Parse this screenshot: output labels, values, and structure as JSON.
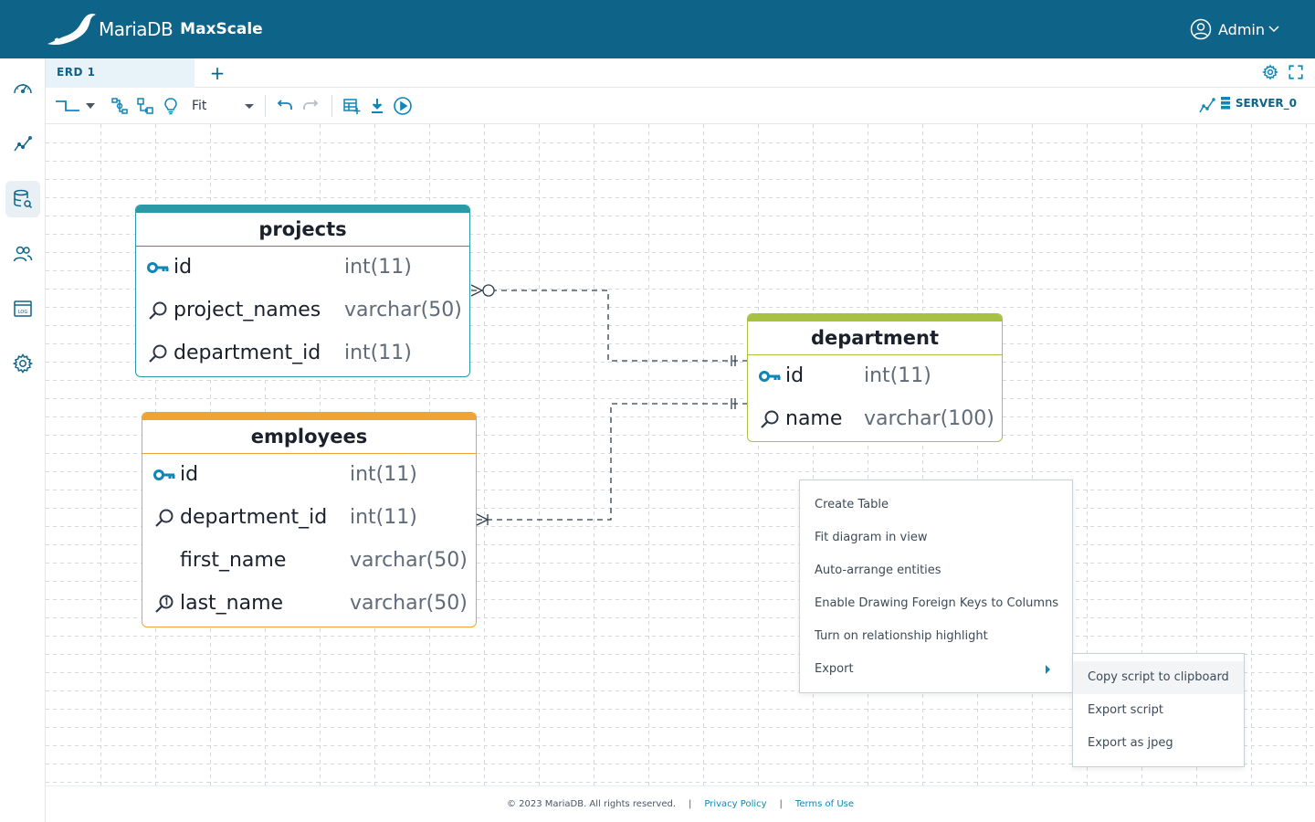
{
  "header": {
    "brand_name": "MariaDB",
    "brand_product": "MaxScale",
    "user_name": "Admin"
  },
  "tabs": [
    {
      "label": "ERD 1"
    }
  ],
  "toolbar": {
    "zoom_value": "Fit",
    "server_label": "SERVER_0"
  },
  "entities": {
    "projects": {
      "name": "projects",
      "color": "#2a9aa6",
      "columns": [
        {
          "icon": "key-icon",
          "name": "id",
          "type": "int(11)"
        },
        {
          "icon": "index-icon",
          "name": "project_names",
          "type": "varchar(50)"
        },
        {
          "icon": "index-icon",
          "name": "department_id",
          "type": "int(11)"
        }
      ]
    },
    "employees": {
      "name": "employees",
      "color": "#f0a335",
      "columns": [
        {
          "icon": "key-icon",
          "name": "id",
          "type": "int(11)"
        },
        {
          "icon": "index-icon",
          "name": "department_id",
          "type": "int(11)"
        },
        {
          "icon": "",
          "name": "first_name",
          "type": "varchar(50)"
        },
        {
          "icon": "unique-index-icon",
          "name": "last_name",
          "type": "varchar(50)"
        }
      ]
    },
    "department": {
      "name": "department",
      "color": "#a6c240",
      "columns": [
        {
          "icon": "key-icon",
          "name": "id",
          "type": "int(11)"
        },
        {
          "icon": "index-icon",
          "name": "name",
          "type": "varchar(100)"
        }
      ]
    }
  },
  "context_menu": {
    "items": [
      "Create Table",
      "Fit diagram in view",
      "Auto-arrange entities",
      "Enable Drawing Foreign Keys to Columns",
      "Turn on relationship highlight",
      "Export"
    ]
  },
  "export_submenu": {
    "items": [
      "Copy script to clipboard",
      "Export script",
      "Export as jpeg"
    ]
  },
  "footer": {
    "copyright": "© 2023 MariaDB. All rights reserved.",
    "privacy": "Privacy Policy",
    "terms": "Terms of Use",
    "separator": "|"
  },
  "colors": {
    "header_bg": "#0e6488",
    "accent": "#0e86b8"
  }
}
